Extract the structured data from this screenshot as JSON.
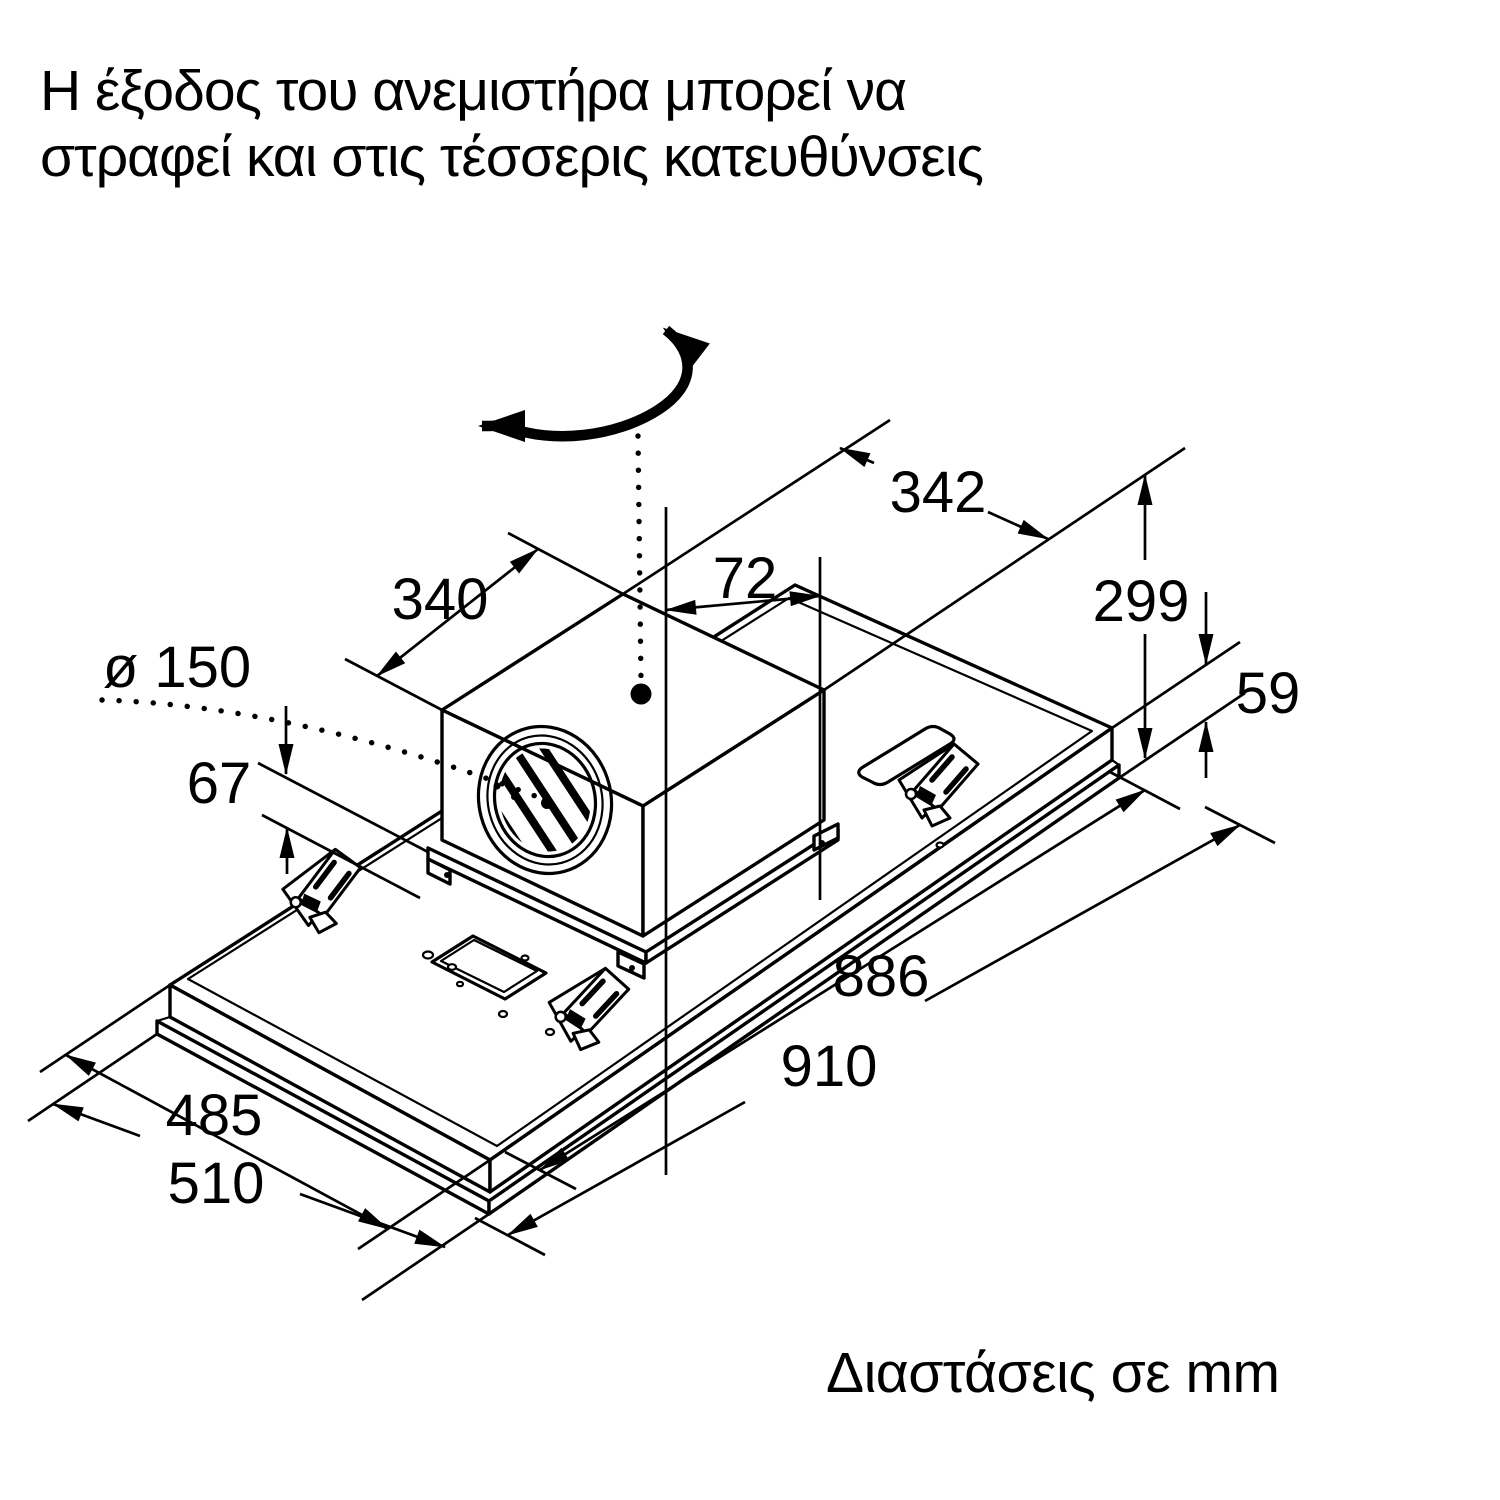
{
  "title": {
    "line1": "Η έξοδος του ανεμιστήρα μπορεί να",
    "line2": "στραφεί και στις τέσσερις κατευθύνσεις"
  },
  "footer": {
    "text": "Διαστάσεις σε mm"
  },
  "dims": {
    "d150": "ø 150",
    "d340": "340",
    "d342": "342",
    "d72": "72",
    "d299": "299",
    "d59": "59",
    "d67": "67",
    "d886": "886",
    "d910": "910",
    "d485": "485",
    "d510": "510"
  },
  "colors": {
    "line": "#000000",
    "background": "#ffffff"
  },
  "icons": {
    "rotation_arrow": "curved-counterclockwise-arrow"
  }
}
